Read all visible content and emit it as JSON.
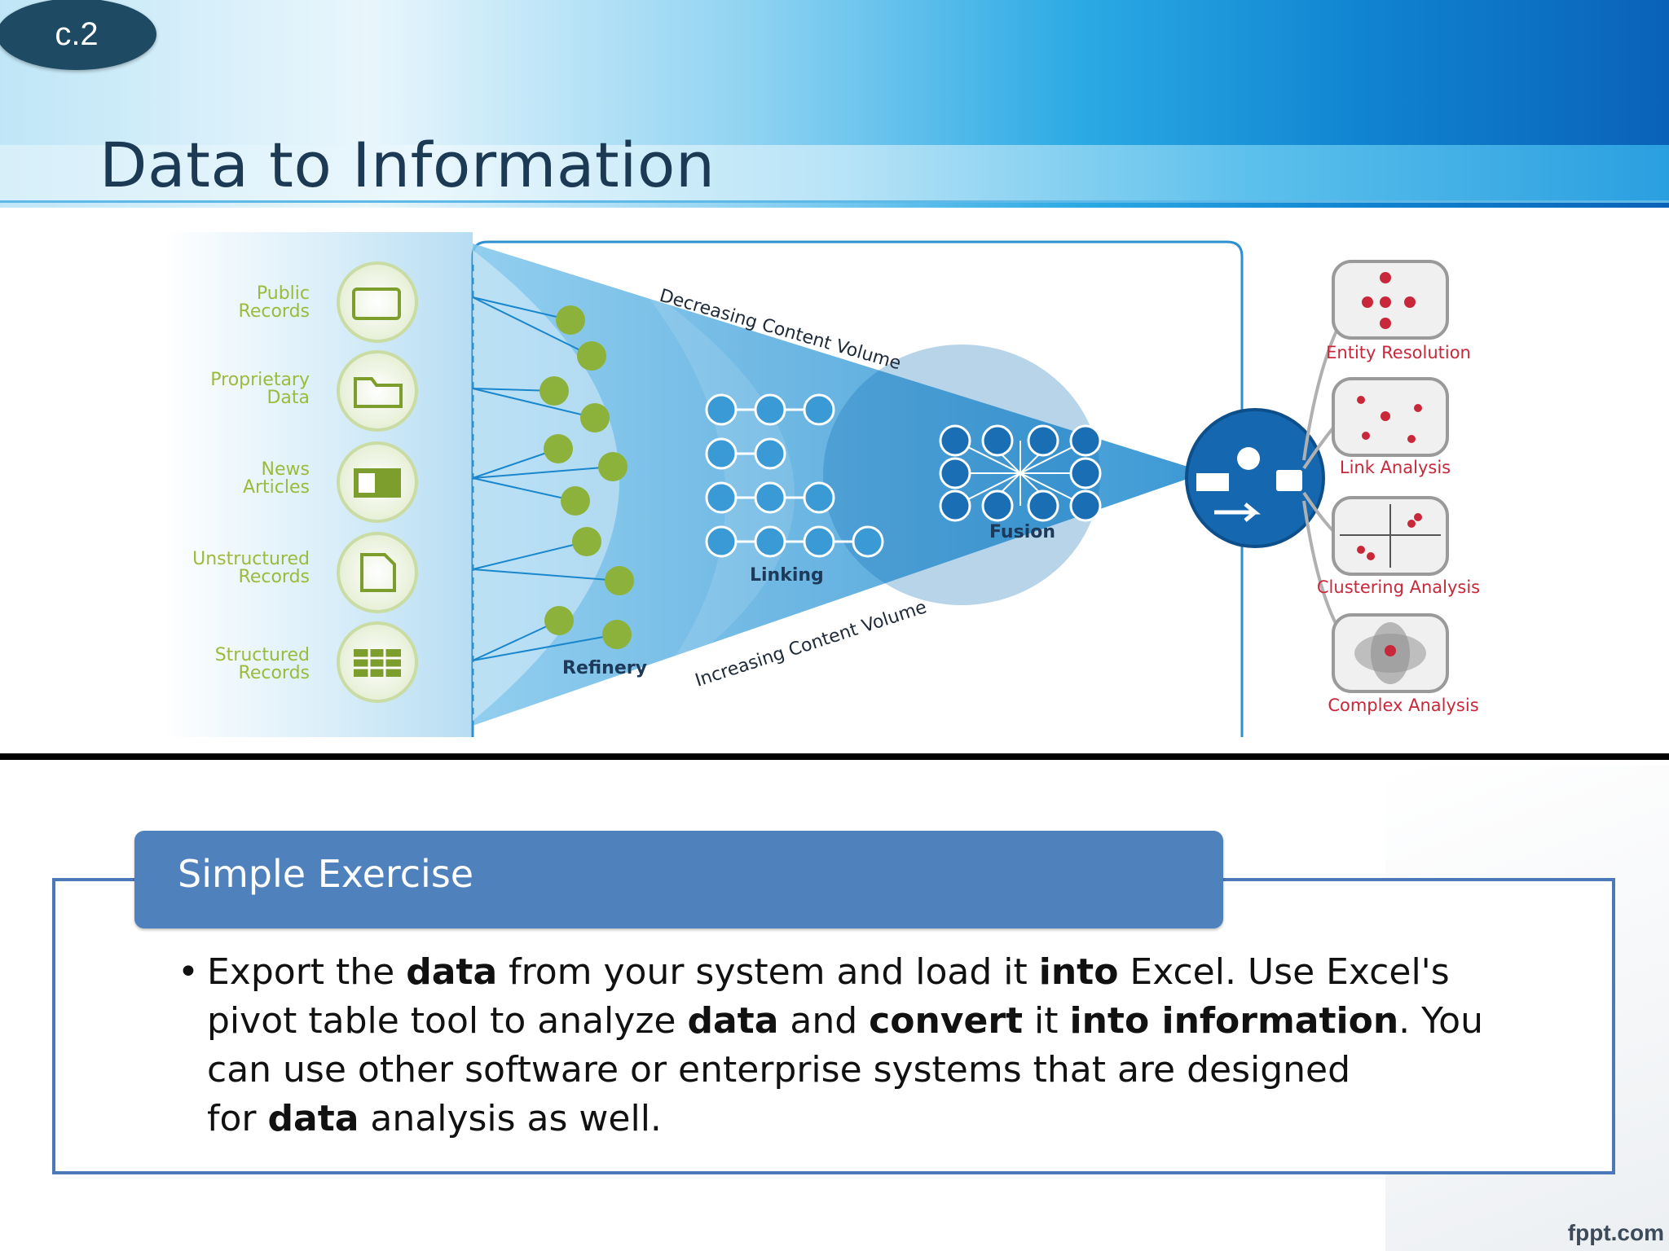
{
  "slide": {
    "number": "c.2",
    "title": "Data to Information",
    "brand": "fppt.com"
  },
  "diagram": {
    "sources": [
      "Public\nRecords",
      "Proprietary\nData",
      "News\nArticles",
      "Unstructured\nRecords",
      "Structured\nRecords"
    ],
    "stages": {
      "refinery": "Refinery",
      "linking": "Linking",
      "fusion": "Fusion"
    },
    "arrows": {
      "top": "Decreasing Content Volume",
      "bottom": "Increasing Content Volume"
    },
    "outputs": [
      "Entity Resolution",
      "Link Analysis",
      "Clustering Analysis",
      "Complex Analysis"
    ],
    "colors": {
      "source_green": "#9bbb3c",
      "funnel_blue": "#1e8fd0",
      "output_red": "#c8283a"
    }
  },
  "exercise": {
    "header": "Simple Exercise",
    "bullet": "•"
  }
}
